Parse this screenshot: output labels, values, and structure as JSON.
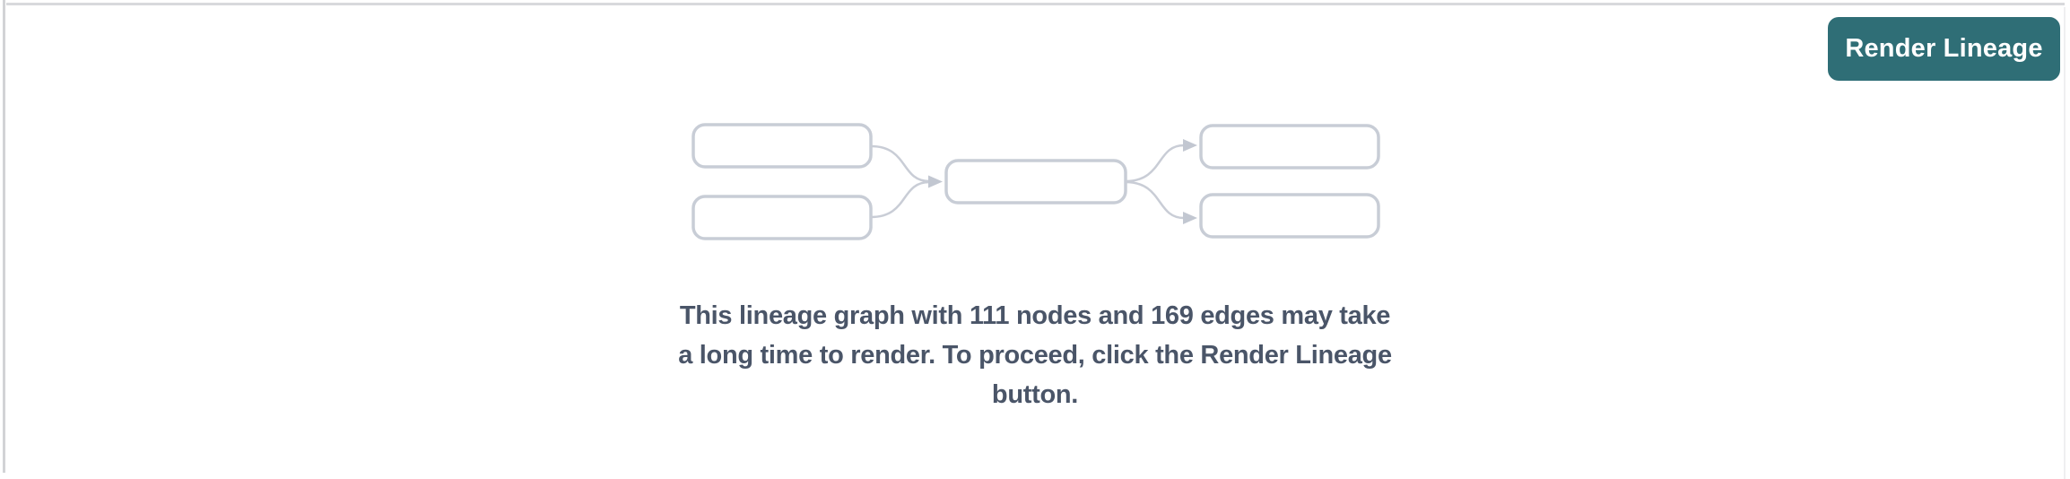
{
  "colors": {
    "accent_teal": "#2F6E76",
    "message_text": "#4A5568",
    "graphic_stroke": "#C8CDD6",
    "panel_border": "#D8D9DC"
  },
  "toolbar": {
    "render_lineage_button_label": "Render Lineage"
  },
  "placeholder": {
    "graphic_name": "lineage-graph-placeholder",
    "node_count": "111",
    "edge_count": "169",
    "message": "This lineage graph with 111 nodes and 169 edges may take a long time to render. To proceed, click the Render Lineage button.",
    "message_lines": [
      "This lineage graph with 111 nodes and 169 edges may take",
      "a long time to render. To proceed, click the Render Lineage",
      "button."
    ]
  }
}
